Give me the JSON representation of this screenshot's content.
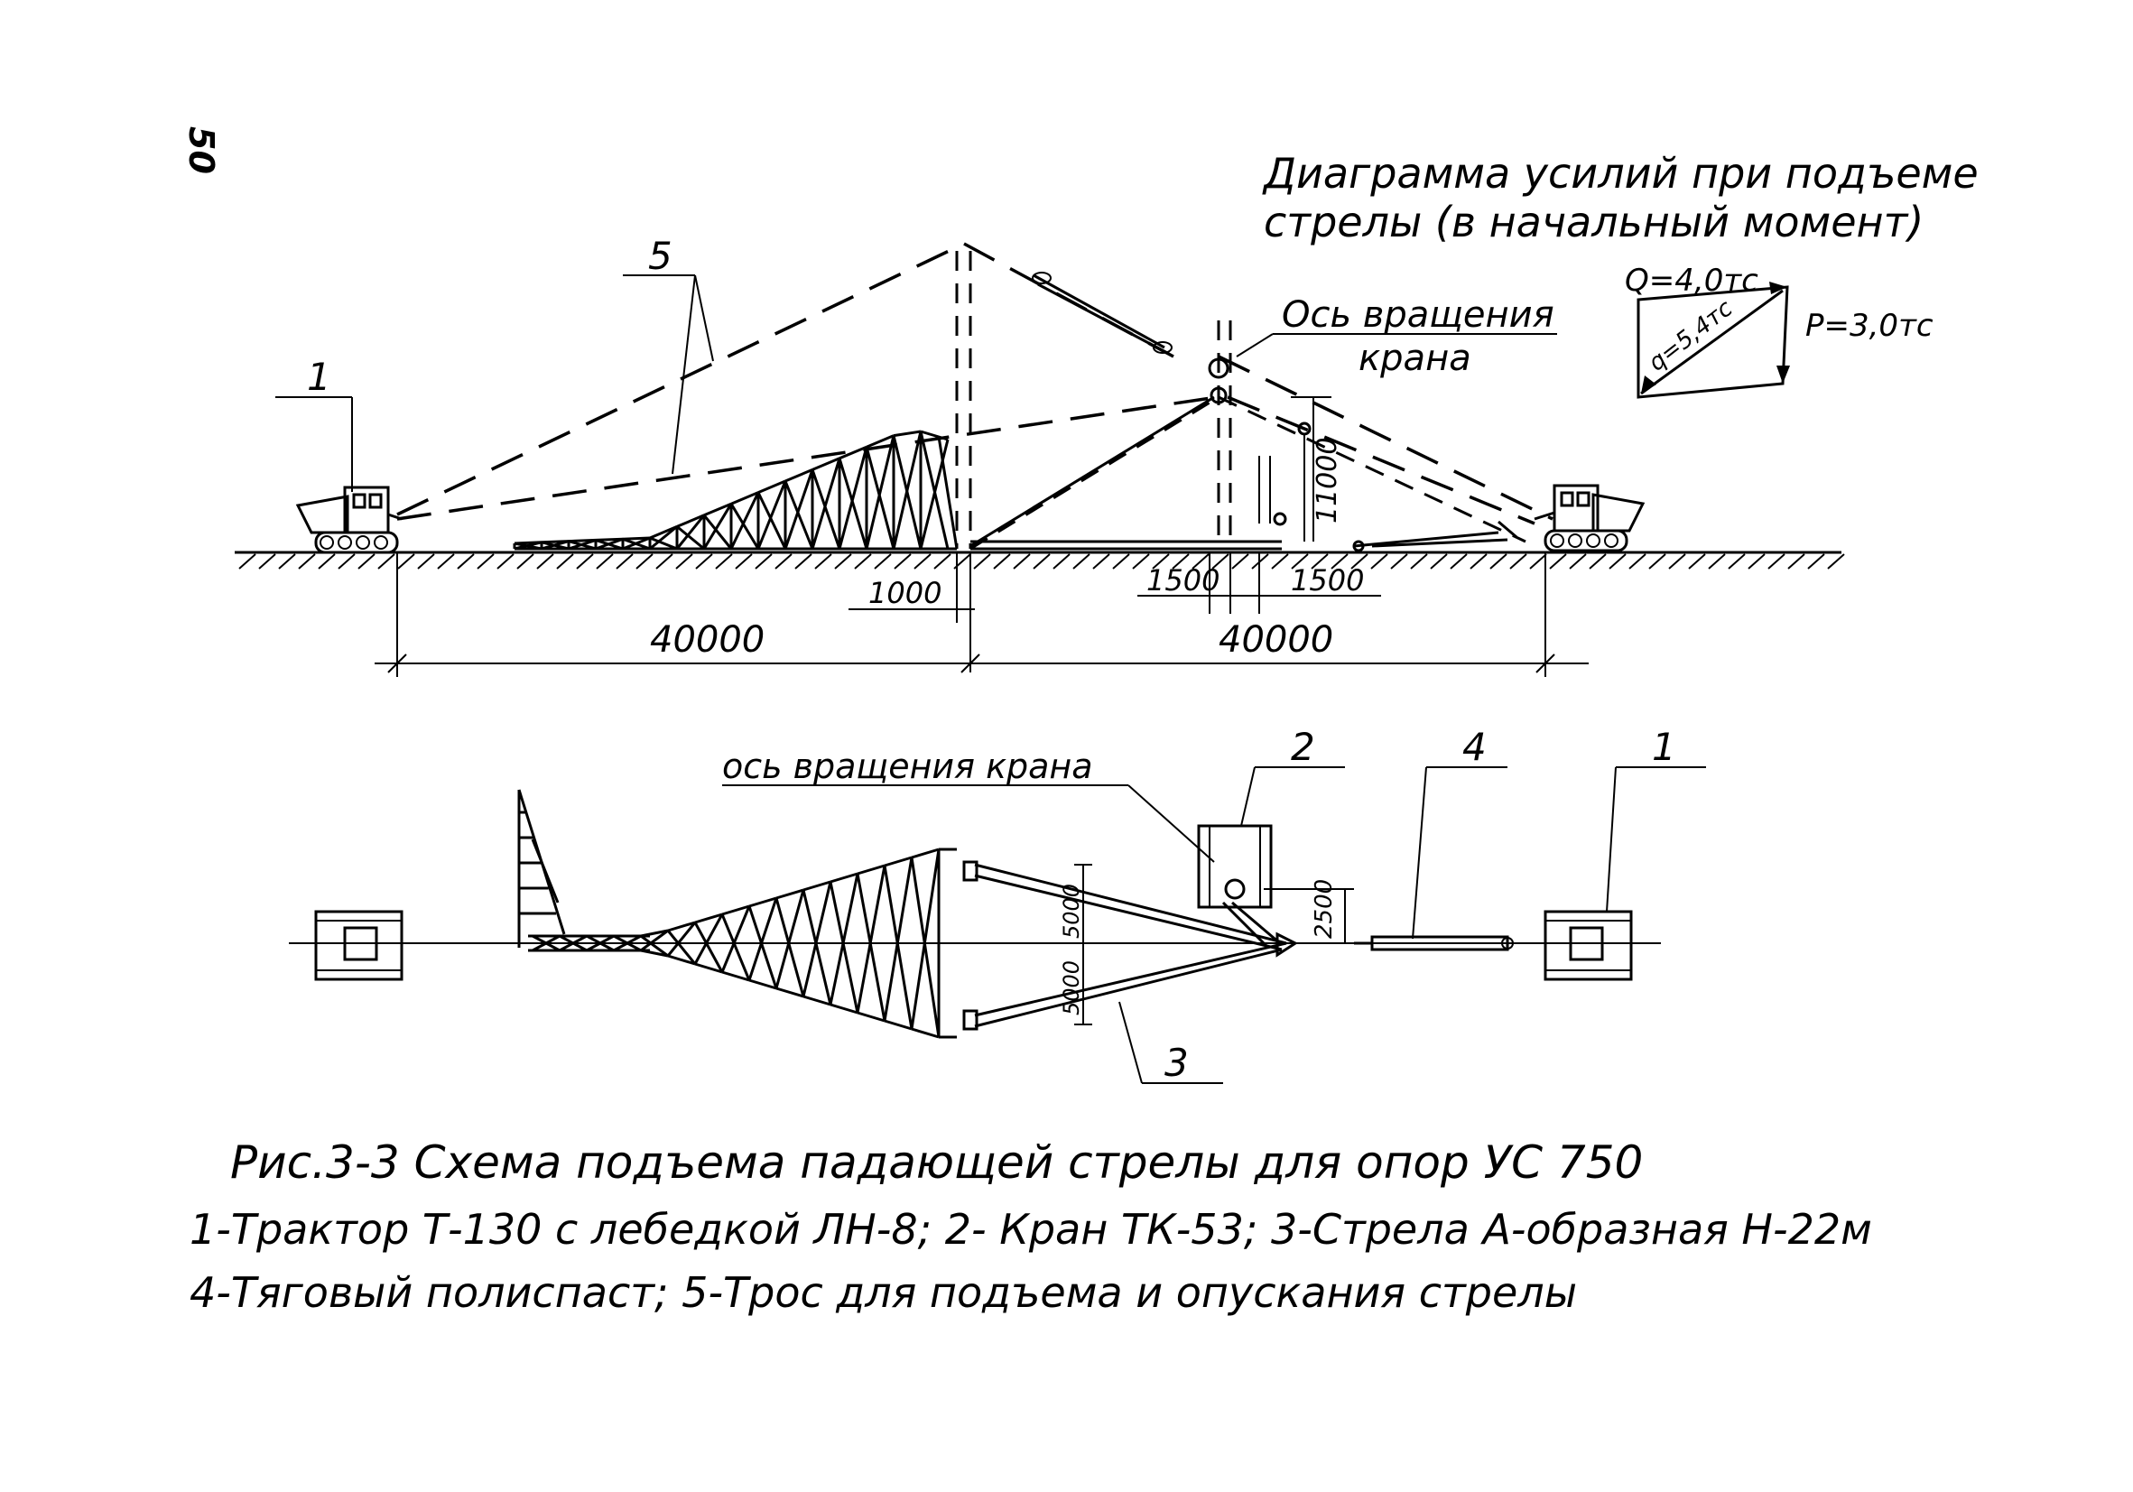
{
  "page_number": "50",
  "force_diagram": {
    "title_line1": "Диаграмма усилий при подъеме",
    "title_line2": "стрелы (в начальный момент)",
    "q_label": "Q=4,0тс",
    "diag_label": "q=5,4тс",
    "p_label": "P=3,0тс"
  },
  "elevation": {
    "axis_label_line1": "Ось вращения",
    "axis_label_line2": "крана",
    "leader_5": "5",
    "leader_1": "1",
    "dim_11000": "11000",
    "dim_1000": "1000",
    "dim_1500_left": "1500",
    "dim_1500_right": "1500",
    "dim_40000_left": "40000",
    "dim_40000_right": "40000"
  },
  "plan": {
    "axis_label": "ось вращения крана",
    "leader_2": "2",
    "leader_4": "4",
    "leader_1": "1",
    "leader_3": "3",
    "dim_2500": "2500",
    "dim_5000_top": "5000",
    "dim_5000_bottom": "5000"
  },
  "caption": {
    "title": "Рис.3-3  Схема подъема падающей стрелы для опор УС 750",
    "legend_line1": "1-Трактор Т-130 с лебедкой ЛН-8; 2- Кран ТК-53; 3-Стрела А-образная Н-22м",
    "legend_line2": "4-Тяговый полиспаст; 5-Трос для подъема и опускания стрелы"
  }
}
